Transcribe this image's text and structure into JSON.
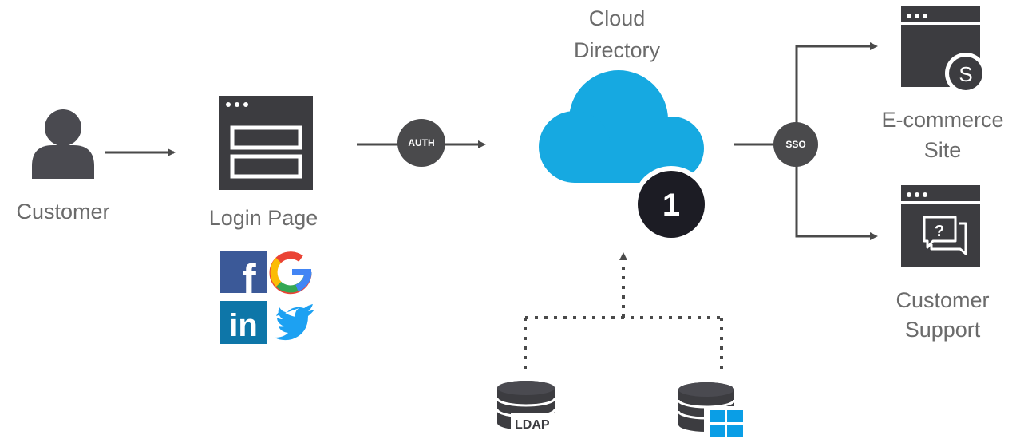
{
  "nodes": {
    "customer": {
      "label": "Customer"
    },
    "login": {
      "label": "Login Page"
    },
    "cloud": {
      "label_line1": "Cloud",
      "label_line2": "Directory",
      "badge": "1"
    },
    "ecommerce": {
      "label_line1": "E-commerce",
      "label_line2": "Site",
      "icon_letter": "S"
    },
    "support": {
      "label_line1": "Customer",
      "label_line2": "Support",
      "icon_glyph": "?"
    },
    "ldap": {
      "label": "LDAP"
    },
    "active_directory": {}
  },
  "edges": {
    "auth": {
      "label": "AUTH"
    },
    "sso": {
      "label": "SSO"
    }
  },
  "social_logins": {
    "facebook": {
      "glyph": "f"
    },
    "google": {
      "glyph": "G"
    },
    "linkedin": {
      "glyph": "in"
    },
    "twitter": {}
  },
  "colors": {
    "icon_dark": "#3c3c40",
    "label_gray": "#6b6b6b",
    "cloud_blue": "#16a9e1",
    "badge_dark": "#1c1c24",
    "facebook": "#3b5998",
    "linkedin": "#0e76a8",
    "twitter": "#1da1f2",
    "windows": "#0a9ee6"
  }
}
